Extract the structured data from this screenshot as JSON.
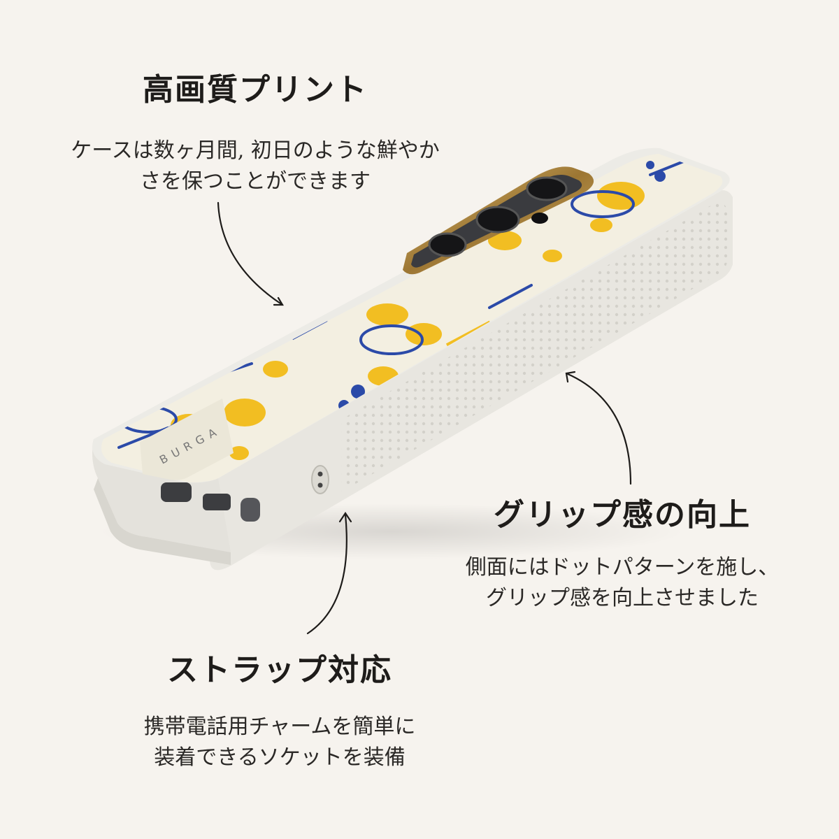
{
  "features": [
    {
      "title": "高画質プリント",
      "lines": [
        "ケースは数ヶ月間, 初日のような鮮やか",
        "さを保つことができます"
      ]
    },
    {
      "title": "グリップ感の向上",
      "lines": [
        "側面にはドットパターンを施し、",
        "グリップ感を向上させました"
      ]
    },
    {
      "title": "ストラップ対応",
      "lines": [
        "携帯電話用チャームを簡単に",
        "装着できるソケットを装備"
      ]
    }
  ],
  "product": {
    "brand_mark": "BURGA",
    "case_color": "#ecebe6",
    "pattern_colors": {
      "background": "#f3efe1",
      "blue": "#2b4aa8",
      "yellow": "#f2be22"
    },
    "camera_ring_color": "#b8934a"
  }
}
